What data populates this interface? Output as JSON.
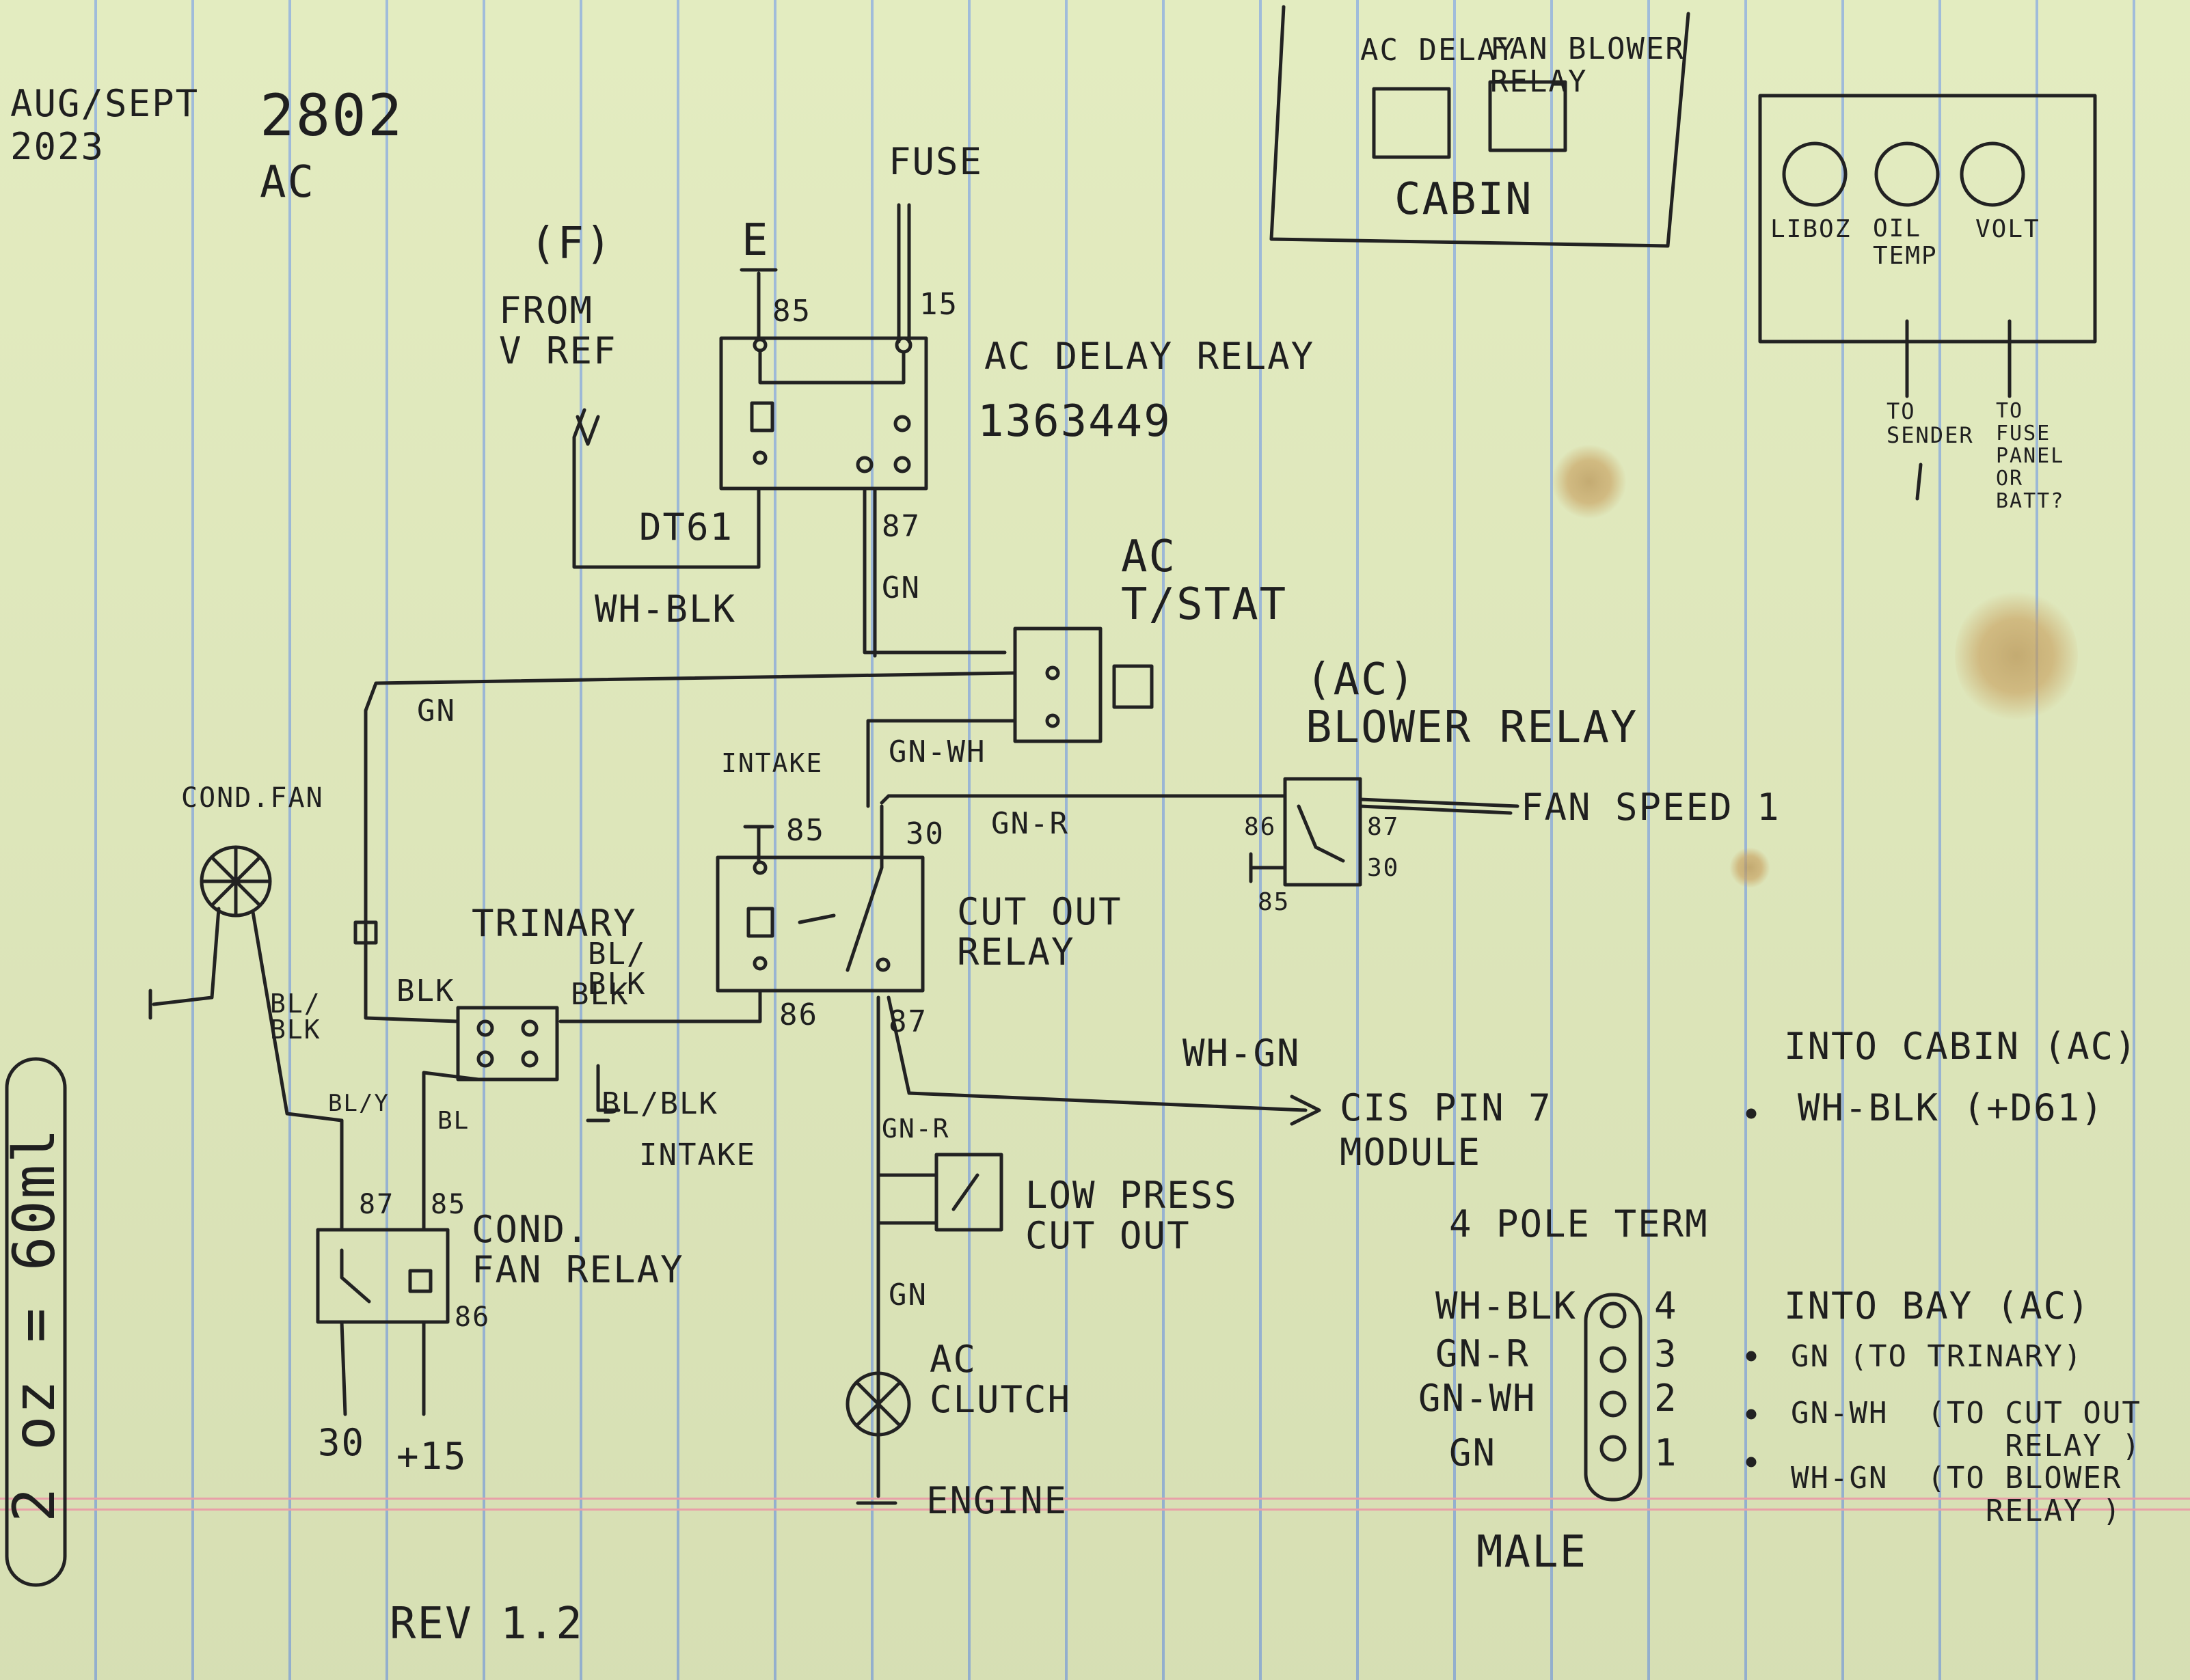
{
  "header": {
    "date": "AUG/SEPT\n2023",
    "model": "2802",
    "system": "AC",
    "revision": "REV 1.2",
    "margin_note": "2 oz = 60ml"
  },
  "cabin_box": {
    "ac_delay": "AC DELAY",
    "fan_blower_relay": "FAN BLOWER\nRELAY",
    "cabin": "CABIN"
  },
  "gauge_box": {
    "gauges": [
      "LIBOZ",
      "OIL\nTEMP",
      "VOLT"
    ],
    "to_sender": "TO\nSENDER",
    "to_fuse_panel": "TO\nFUSE\nPANEL\nOR\nBATT?"
  },
  "ac_delay_relay": {
    "title": "AC DELAY RELAY",
    "part_no": "1363449",
    "pin85": "85",
    "pin15": "15",
    "pin87": "87",
    "fuse": "FUSE",
    "ground_mark": "E",
    "from_f": "(F)",
    "from_vref": "FROM\nV REF",
    "dt61": "DT61",
    "wh_blk": "WH-BLK"
  },
  "thermostat": {
    "label": "AC\nT/STAT",
    "gn_top": "GN",
    "gn_left": "GN",
    "gn_wh": "GN-WH"
  },
  "blower_relay": {
    "label": "(AC)\nBLOWER RELAY",
    "gn_r": "GN-R",
    "pin86": "86",
    "pin87": "87",
    "pin30": "30",
    "pin85": "85",
    "fan_speed": "FAN SPEED 1"
  },
  "cutout_relay": {
    "label": "CUT OUT\nRELAY",
    "intake": "INTAKE",
    "pin85": "85",
    "pin30": "30",
    "pin86": "86",
    "pin87": "87"
  },
  "trinary": {
    "label": "TRINARY",
    "blk": "BLK",
    "bl_blk_a": "BL/\nBLK",
    "blk_b": "BLK",
    "bl_blk_b": "BL/BLK",
    "intake": "INTAKE",
    "bl": "BL"
  },
  "cond_fan": {
    "label": "COND.FAN",
    "bl_blk": "BL/\nBLK",
    "bl_y": "BL/Y",
    "relay_label": "COND.\nFAN RELAY",
    "pin87": "87",
    "pin85": "85",
    "pin86": "86",
    "pin30": "30",
    "plus15": "+15"
  },
  "cis": {
    "wh_gn": "WH-GN",
    "label": "CIS PIN 7\nMODULE"
  },
  "low_press": {
    "gn_r": "GN-R",
    "label": "LOW PRESS\nCUT OUT",
    "gn": "GN"
  },
  "clutch": {
    "label": "AC\nCLUTCH",
    "engine": "ENGINE"
  },
  "connector": {
    "title": "4 POLE TERM",
    "wires": [
      "WH-BLK",
      "GN-R",
      "GN-WH",
      "GN"
    ],
    "pins": [
      "4",
      "3",
      "2",
      "1"
    ],
    "male": "MALE"
  },
  "notes": {
    "into_cabin_title": "INTO CABIN (AC)",
    "into_cabin": [
      "WH-BLK  (+D61)"
    ],
    "into_bay_title": "INTO BAY  (AC)",
    "into_bay": [
      "GN  (TO TRINARY)",
      "GN-WH  (TO CUT OUT\nRELAY )",
      "WH-GN  (TO BLOWER\nRELAY )"
    ]
  }
}
